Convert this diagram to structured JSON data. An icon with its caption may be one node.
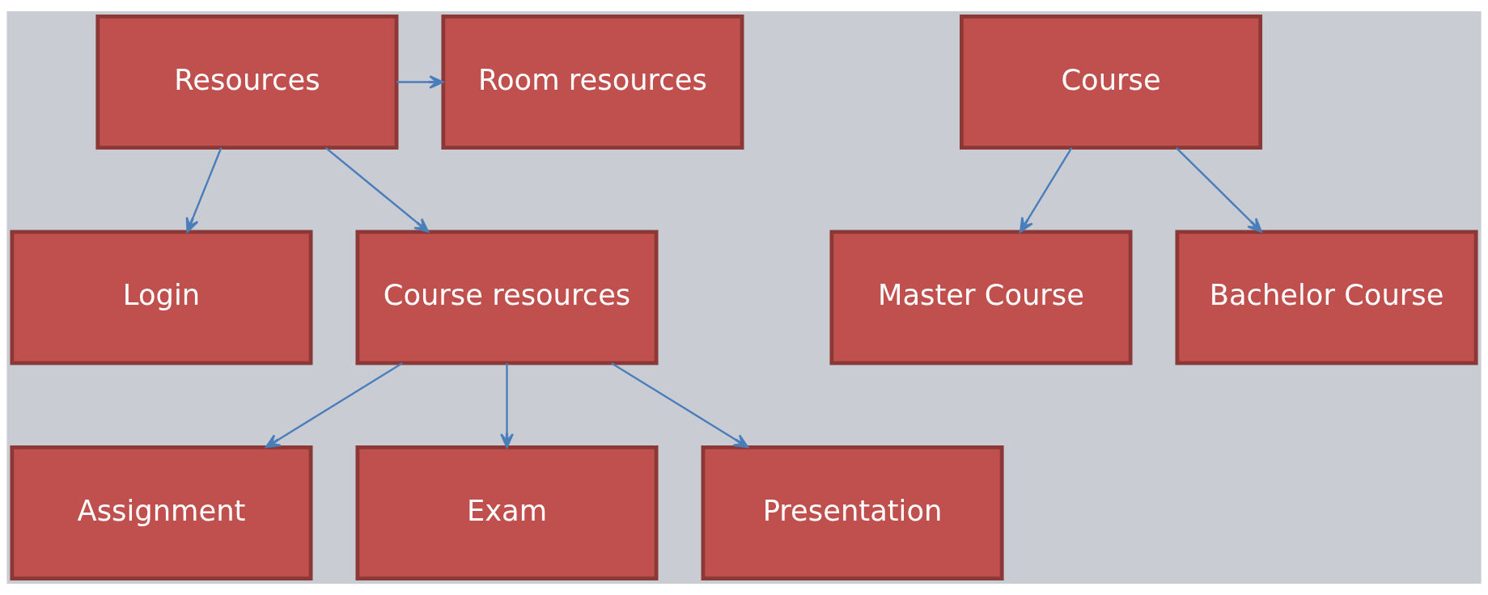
{
  "diagram": {
    "nodes": [
      {
        "text": [
          "Resources"
        ]
      },
      {
        "text": [
          "Room resources"
        ]
      },
      {
        "text": [
          "Course"
        ]
      },
      {
        "text": [
          "Login"
        ]
      },
      {
        "text": [
          "Course resources"
        ]
      },
      {
        "text": [
          "Master Course"
        ]
      },
      {
        "text": [
          "Bachelor Course"
        ]
      },
      {
        "text": [
          "Assignment"
        ]
      },
      {
        "text": [
          "Exam"
        ]
      },
      {
        "text": [
          "Presentation"
        ]
      }
    ],
    "edges": [
      {
        "from": 0,
        "to": 1,
        "arrow": "to"
      },
      {
        "from": 0,
        "to": 3,
        "arrow": "to"
      },
      {
        "from": 0,
        "to": 4,
        "arrow": "to"
      },
      {
        "from": 2,
        "to": 5,
        "arrow": "to"
      },
      {
        "from": 2,
        "to": 6,
        "arrow": "to"
      },
      {
        "from": 4,
        "to": 7,
        "arrow": "to"
      },
      {
        "from": 4,
        "to": 8,
        "arrow": "to"
      },
      {
        "from": 4,
        "to": 9,
        "arrow": "to"
      }
    ]
  }
}
